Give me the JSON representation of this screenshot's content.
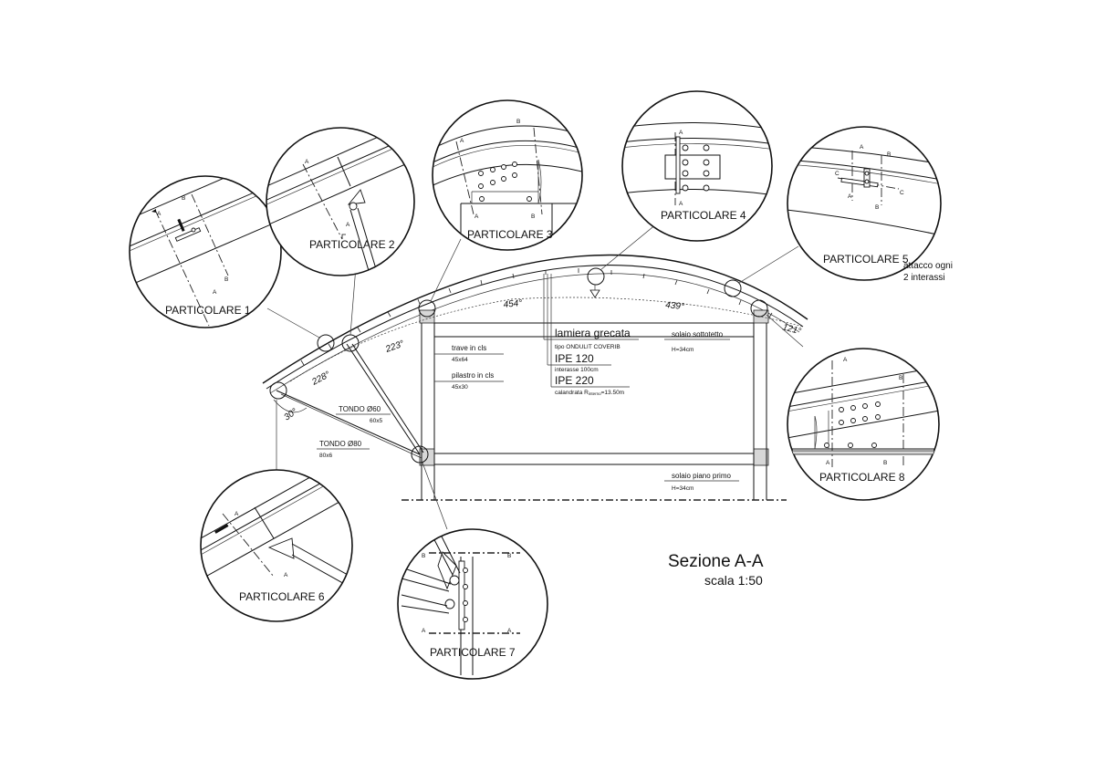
{
  "drawing": {
    "title": "Sezione A-A",
    "scale": "scala 1:50"
  },
  "details": {
    "p1": "PARTICOLARE 1",
    "p2": "PARTICOLARE 2",
    "p3": "PARTICOLARE 3",
    "p4": "PARTICOLARE 4",
    "p5": "PARTICOLARE 5",
    "p6": "PARTICOLARE 6",
    "p7": "PARTICOLARE 7",
    "p8": "PARTICOLARE 8"
  },
  "p5_note": {
    "line1": "attacco ogni",
    "line2": "2 interassi"
  },
  "annotations": {
    "lamiera": "lamiera grecata",
    "lamiera_sub": "tipo ONDULIT COVERIB",
    "ipe120": "IPE 120",
    "ipe120_sub": "interasse 100cm",
    "ipe220": "IPE 220",
    "ipe220_sub": "calandrata R",
    "ipe220_subscript": "interno",
    "ipe220_value": "=13.50m",
    "trave": "trave in cls",
    "trave_sub": "45x64",
    "pilastro": "pilastro in cls",
    "pilastro_sub": "45x30",
    "solaio_sott": "solaio sottotetto",
    "solaio_sott_sub": "H=34cm",
    "solaio_primo": "solaio piano primo",
    "solaio_primo_sub": "H=34cm",
    "tondo60": "TONDO Ø60",
    "tondo60_sub": "60x5",
    "tondo80": "TONDO Ø80",
    "tondo80_sub": "80x6"
  },
  "dimensions": {
    "d30": "30°",
    "d228": "228°",
    "d223": "223°",
    "d454": "454°",
    "d439": "439°",
    "d121": "121°"
  },
  "section_marks": {
    "A": "A",
    "B": "B",
    "C": "C"
  }
}
